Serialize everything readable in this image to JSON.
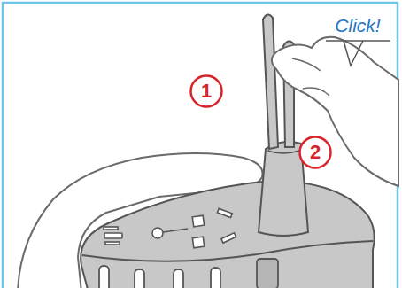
{
  "diagram": {
    "nodes": [
      {
        "text": [
          "Click!"
        ]
      },
      {
        "text": [
          "1"
        ]
      },
      {
        "text": [
          "2"
        ]
      }
    ]
  }
}
